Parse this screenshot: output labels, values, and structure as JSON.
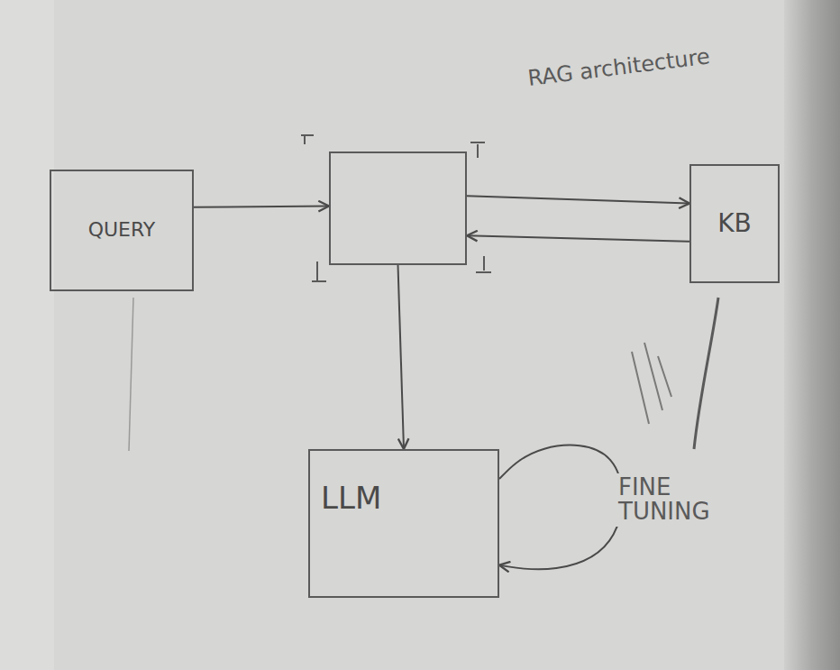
{
  "diagram": {
    "nodes": [
      {
        "text": [
          "QUERY"
        ]
      },
      {
        "text": []
      },
      {
        "text": [
          "KB"
        ]
      },
      {
        "text": [
          "LLM"
        ]
      }
    ],
    "edges": [
      {
        "from": 0,
        "to": 1,
        "arrow": "to"
      },
      {
        "from": 1,
        "to": 2,
        "arrow": "to"
      },
      {
        "from": 2,
        "to": 1,
        "arrow": "to"
      },
      {
        "from": 1,
        "to": 3,
        "arrow": "to"
      },
      {
        "from": 3,
        "to": 3,
        "arrow": "to",
        "label": "FINE TUNING"
      }
    ],
    "labels": [
      "RAG architecture"
    ]
  }
}
